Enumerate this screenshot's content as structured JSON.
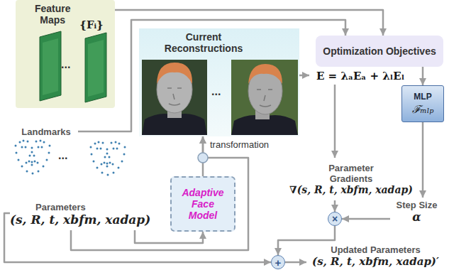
{
  "diagram": {
    "nodes": [
      {
        "text": [
          "Feature Maps",
          "{Fᵢ}"
        ]
      },
      {
        "text": [
          "Current Reconstructions"
        ]
      },
      {
        "text": [
          "Optimization Objectives"
        ]
      },
      {
        "text": [
          "E = λₐEₐ + λₗEₗ"
        ]
      },
      {
        "text": [
          "Landmarks"
        ]
      },
      {
        "text": [
          "MLP",
          "ℱₘₗₚ"
        ]
      },
      {
        "text": [
          "Adaptive Face Model"
        ]
      },
      {
        "text": [
          "Parameter Gradients",
          "∇(s, R, t, xbfm, xadap)"
        ]
      },
      {
        "text": [
          "Step Size",
          "α"
        ]
      },
      {
        "text": [
          "×"
        ]
      },
      {
        "text": [
          "Parameters",
          "(s, R, t, xbfm, xadap)"
        ]
      },
      {
        "text": [
          "+"
        ]
      },
      {
        "text": [
          "Updated Parameters",
          "(s, R, t, xbfm, xadap)′"
        ]
      }
    ],
    "edges": [
      {
        "from": 0,
        "to": 2,
        "arrow": "to"
      },
      {
        "from": 4,
        "to": 2,
        "arrow": "to"
      },
      {
        "from": 1,
        "to": 3,
        "arrow": "to"
      },
      {
        "from": 2,
        "to": 5,
        "arrow": "to"
      },
      {
        "from": 3,
        "to": 7,
        "arrow": "to"
      },
      {
        "from": 5,
        "to": 8,
        "arrow": "to"
      },
      {
        "from": 8,
        "to": 9,
        "arrow": "to"
      },
      {
        "from": 7,
        "to": 9,
        "arrow": "to"
      },
      {
        "from": 9,
        "to": 11,
        "arrow": "to"
      },
      {
        "from": 10,
        "to": 11,
        "arrow": "to"
      },
      {
        "from": 11,
        "to": 12,
        "arrow": "to"
      },
      {
        "from": 10,
        "to": 6,
        "arrow": "to"
      },
      {
        "from": 6,
        "to": 1,
        "label": "transformation",
        "arrow": "to"
      },
      {
        "from": 10,
        "to": 1,
        "arrow": "to"
      }
    ],
    "labels": [
      "...",
      "...",
      "..."
    ]
  }
}
